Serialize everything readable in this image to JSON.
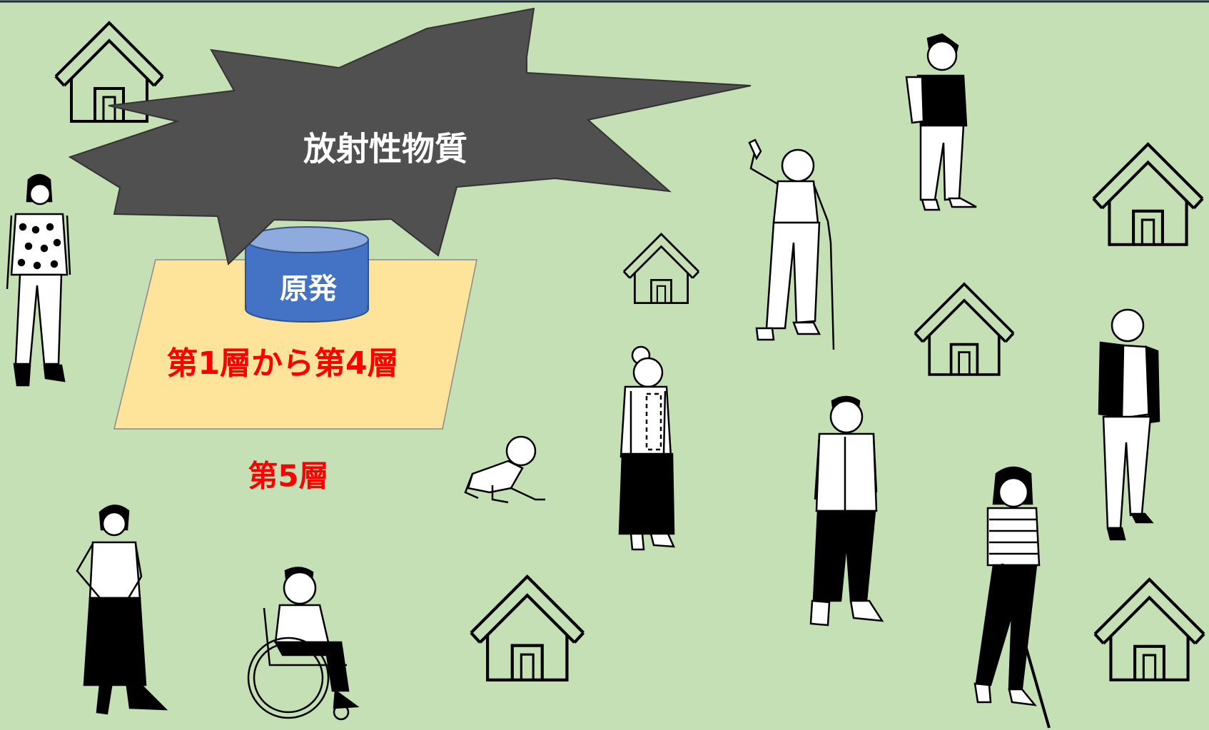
{
  "diagram": {
    "burst_label": "放射性物質",
    "plant_label": "原発",
    "zone_inner_label": "第1層から第4層",
    "zone_outer_label": "第5層"
  },
  "colors": {
    "background": "#c5e0b5",
    "burst_fill": "#505050",
    "zone_fill": "#fee49a",
    "cylinder_fill": "#4472c4",
    "cylinder_top": "#8faadc",
    "layer_text": "#ff0000",
    "light_text": "#ffffff"
  },
  "icons": {
    "houses": [
      "house-icon",
      "house-icon",
      "house-icon",
      "house-icon",
      "house-icon",
      "house-icon",
      "house-icon"
    ],
    "people": [
      "woman-polka-dot-icon",
      "woman-skirt-icon",
      "wheelchair-user-icon",
      "crawling-baby-icon",
      "elderly-woman-icon",
      "waving-elderly-man-cane-icon",
      "girl-backpack-icon",
      "young-man-icon",
      "elderly-man-jacket-icon",
      "woman-white-cane-icon"
    ]
  }
}
